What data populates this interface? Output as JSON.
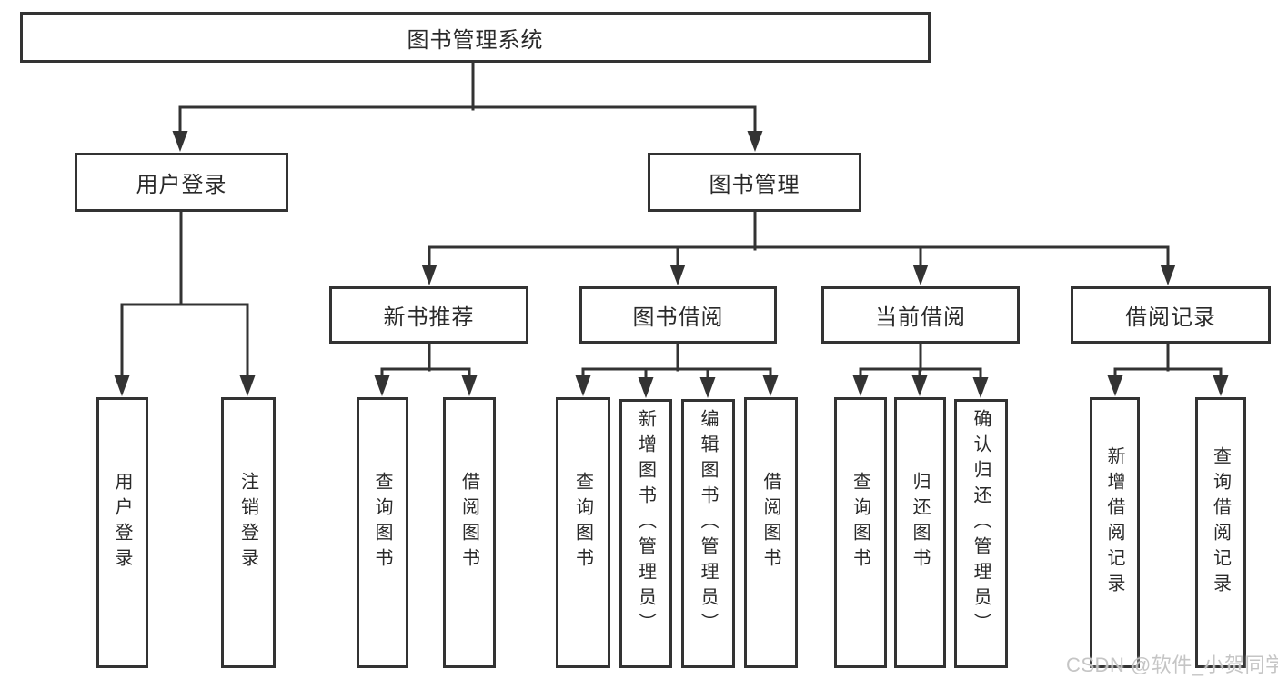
{
  "colors": {
    "background": "#ffffff",
    "line": "#333333",
    "box_border": "#333333",
    "box_fill": "#ffffff",
    "text": "#2a2a2a",
    "watermark": "#c0c0c0"
  },
  "tree": {
    "root": {
      "label": "图书管理系统"
    },
    "branches": [
      {
        "label": "用户登录",
        "children": [
          {
            "label": "用户登录"
          },
          {
            "label": "注销登录"
          }
        ]
      },
      {
        "label": "图书管理",
        "children": [
          {
            "label": "新书推荐",
            "children": [
              {
                "label": "查询图书"
              },
              {
                "label": "借阅图书"
              }
            ]
          },
          {
            "label": "图书借阅",
            "children": [
              {
                "label": "查询图书"
              },
              {
                "label": "新增图书（管理员）"
              },
              {
                "label": "编辑图书（管理员）"
              },
              {
                "label": "借阅图书"
              }
            ]
          },
          {
            "label": "当前借阅",
            "children": [
              {
                "label": "查询图书"
              },
              {
                "label": "归还图书"
              },
              {
                "label": "确认归还（管理员）"
              }
            ]
          },
          {
            "label": "借阅记录",
            "children": [
              {
                "label": "新增借阅记录"
              },
              {
                "label": "查询借阅记录"
              }
            ]
          }
        ]
      }
    ]
  },
  "watermark": {
    "label": "CSDN @软件_小贺同学"
  }
}
